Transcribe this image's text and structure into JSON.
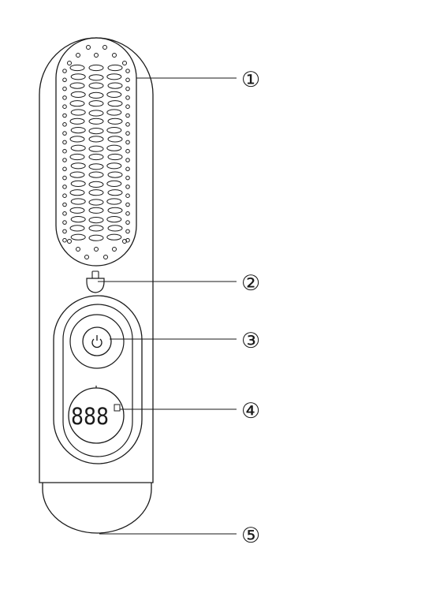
{
  "diagram": {
    "callouts": [
      {
        "id": "1",
        "label": "①"
      },
      {
        "id": "2",
        "label": "②"
      },
      {
        "id": "3",
        "label": "③"
      },
      {
        "id": "4",
        "label": "④"
      },
      {
        "id": "5",
        "label": "⑤"
      }
    ],
    "display_text": "888",
    "power_icon": "power-icon",
    "colors": {
      "line": "#1a1a1a",
      "background": "#ffffff"
    }
  }
}
